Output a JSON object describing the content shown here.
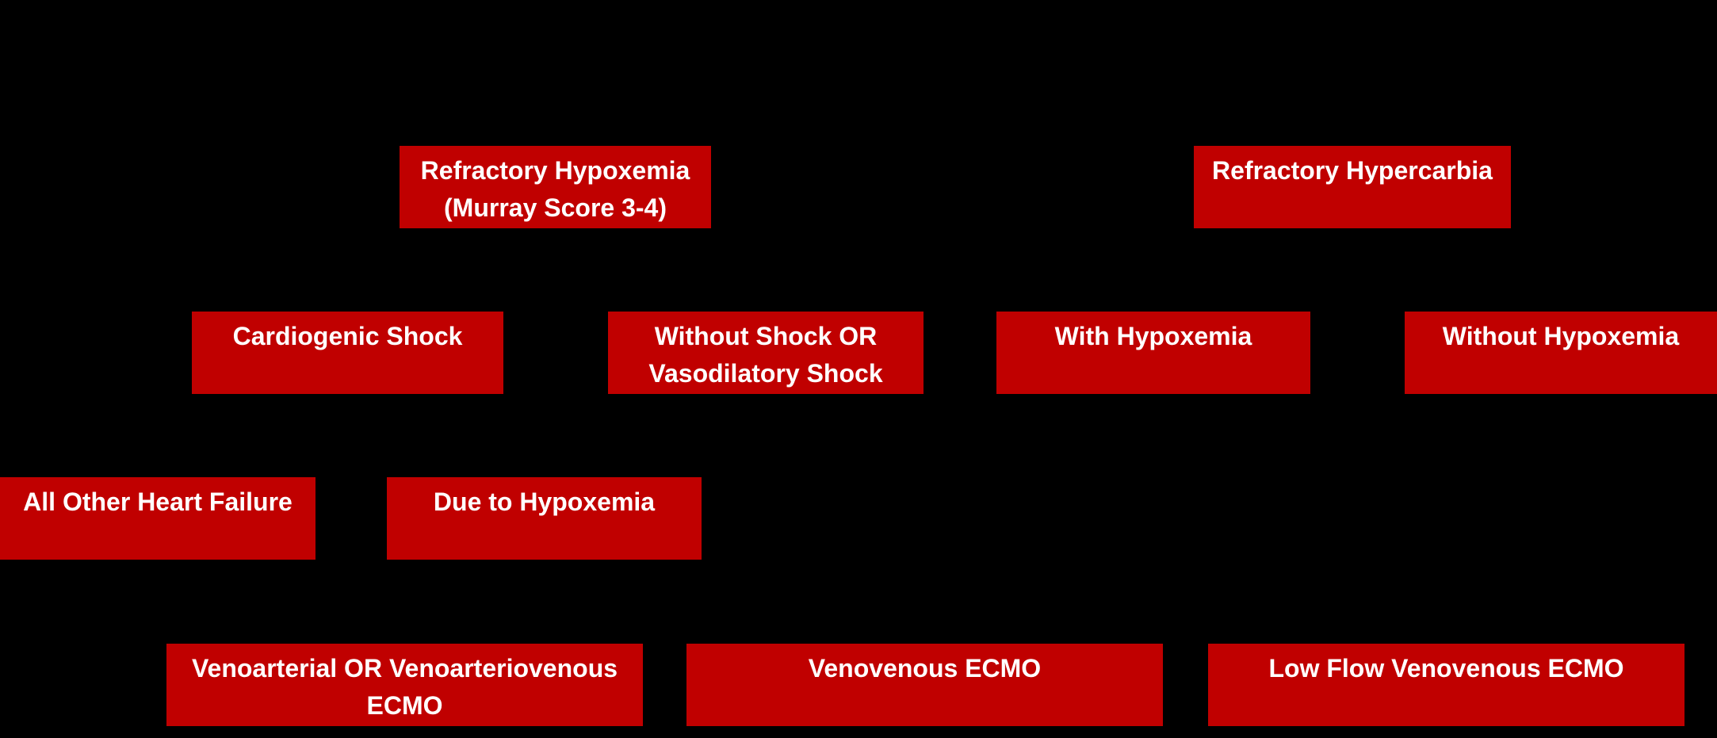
{
  "diagram": {
    "colors": {
      "background": "#000000",
      "node_fill": "#c00000",
      "node_text": "#ffffff"
    },
    "nodes": {
      "refractory_hypoxemia": {
        "label": "Refractory Hypoxemia\n(Murray Score 3-4)"
      },
      "refractory_hypercarbia": {
        "label": "Refractory Hypercarbia"
      },
      "cardiogenic_shock": {
        "label": "Cardiogenic Shock"
      },
      "without_shock": {
        "label": "Without Shock OR\nVasodilatory Shock"
      },
      "with_hypoxemia": {
        "label": "With Hypoxemia"
      },
      "without_hypoxemia": {
        "label": "Without Hypoxemia"
      },
      "all_other_heart_failure": {
        "label": "All Other Heart Failure"
      },
      "due_to_hypoxemia": {
        "label": "Due to Hypoxemia"
      },
      "venoarterial_ecmo": {
        "label": "Venoarterial OR Venoarteriovenous\nECMO"
      },
      "venovenous_ecmo": {
        "label": "Venovenous ECMO"
      },
      "low_flow_vv_ecmo": {
        "label": "Low Flow Venovenous ECMO"
      }
    }
  }
}
